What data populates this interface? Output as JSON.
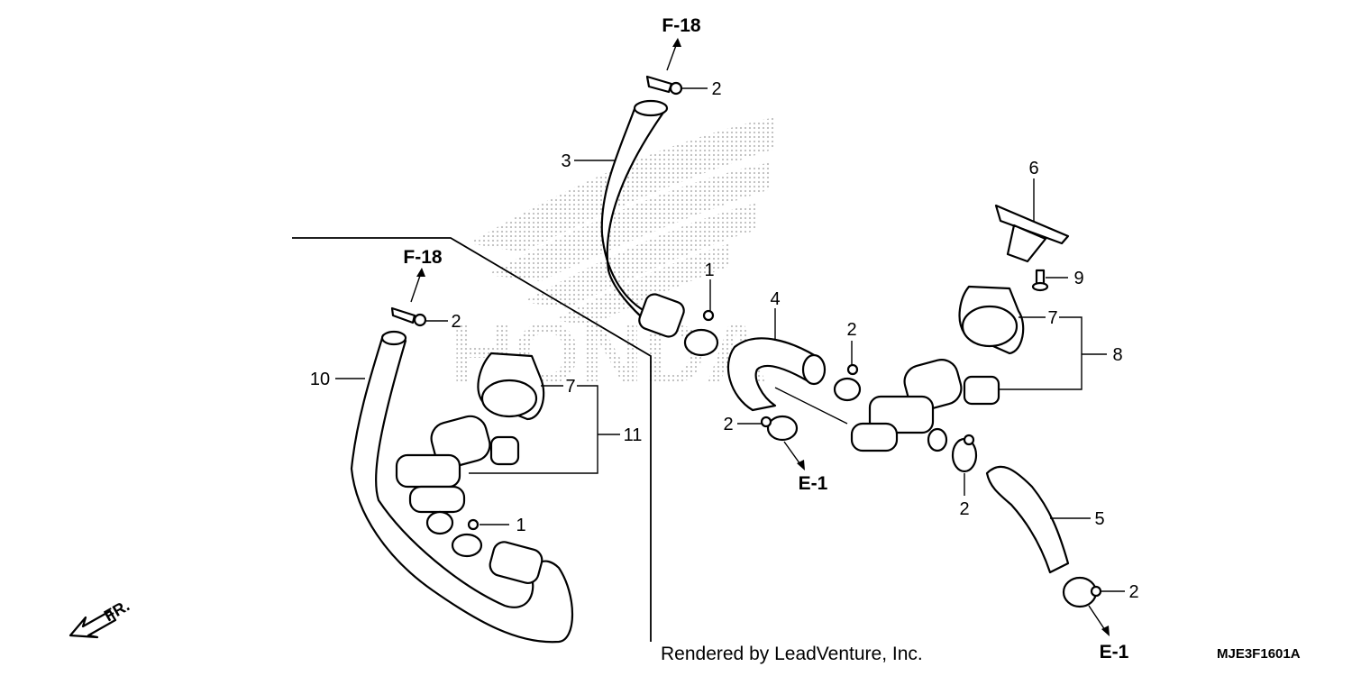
{
  "diagram": {
    "references": {
      "f18_top": "F-18",
      "f18_left": "F-18",
      "e1_center": "E-1",
      "e1_right": "E-1"
    },
    "callouts": {
      "c1_upper": "1",
      "c1_lower": "1",
      "c2_top": "2",
      "c2_left": "2",
      "c2_center_upper": "2",
      "c2_center_lower": "2",
      "c2_right_mid": "2",
      "c2_right_bottom": "2",
      "c3": "3",
      "c4": "4",
      "c5": "5",
      "c6": "6",
      "c7_left": "7",
      "c7_right": "7",
      "c8": "8",
      "c9": "9",
      "c10": "10",
      "c11": "11"
    },
    "direction": "FR.",
    "credit": "Rendered by LeadVenture, Inc.",
    "diagram_code": "MJE3F1601A",
    "watermark": "HONDA",
    "colors": {
      "ink": "#000000",
      "watermark": "#c8c8c8",
      "background": "#ffffff"
    }
  }
}
